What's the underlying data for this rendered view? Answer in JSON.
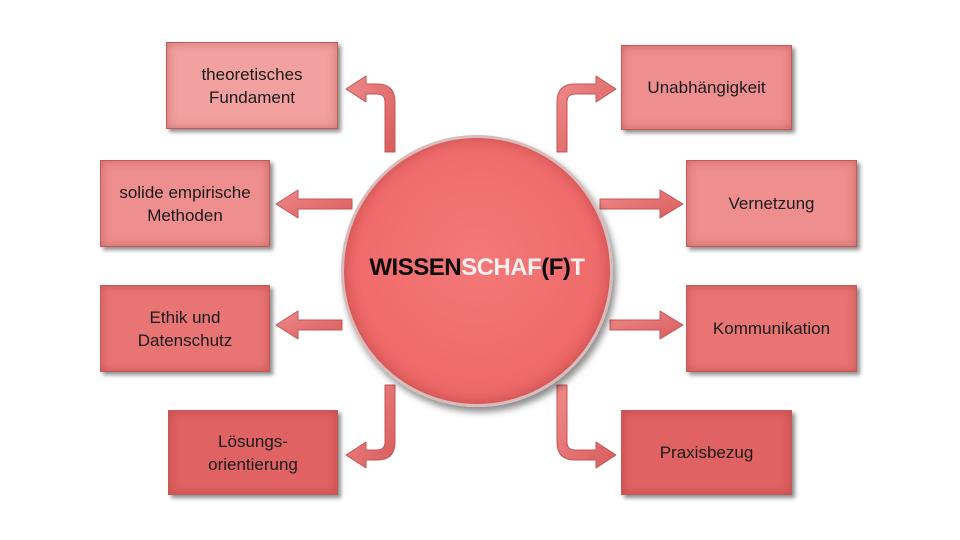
{
  "center": {
    "title_parts": [
      "WISSEN",
      "SCHAF",
      "(F)",
      "T"
    ]
  },
  "left_boxes": [
    {
      "label": "theoretisches\nFundament"
    },
    {
      "label": "solide empirische\nMethoden"
    },
    {
      "label": "Ethik und\nDatenschutz"
    },
    {
      "label": "Lösungs-\norientierung"
    }
  ],
  "right_boxes": [
    {
      "label": "Unabhängigkeit"
    },
    {
      "label": "Vernetzung"
    },
    {
      "label": "Kommunikation"
    },
    {
      "label": "Praxisbezug"
    }
  ],
  "colors": {
    "arrow": "#e56f6f",
    "arrow_edge": "#c45555",
    "center_fill": "#f06b6b",
    "title_dark": "#0d0d0d",
    "title_light": "#f7f0f0"
  }
}
